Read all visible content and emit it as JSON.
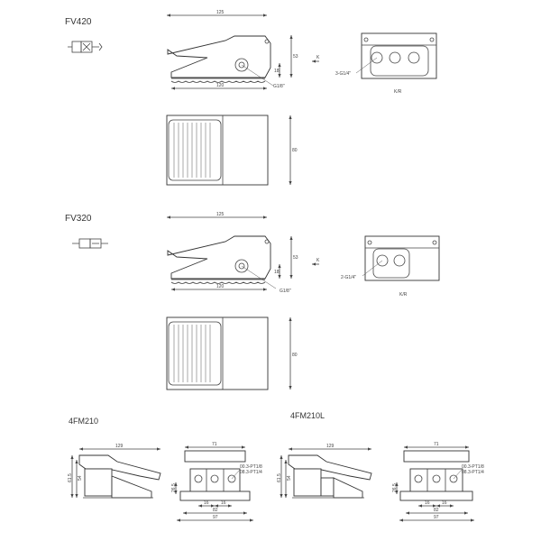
{
  "models": {
    "fv420": {
      "title": "FV420",
      "length": "125",
      "base": "120",
      "height": "53",
      "port_height": "18",
      "port": "G1/8\"",
      "view_arrow": "K",
      "end_ports": "3-G1/4\"",
      "end_label": "K/R",
      "width": "80"
    },
    "fv320": {
      "title": "FV320",
      "length": "125",
      "base": "120",
      "height": "53",
      "port_height": "18",
      "port": "G1/8\"",
      "view_arrow": "K",
      "end_ports": "2-G1/4\"",
      "end_label": "K/R",
      "width": "80"
    },
    "fm210": {
      "title": "4FM210",
      "length": "129",
      "h1": "61.5",
      "h2": "54",
      "width": "71",
      "port_h": "26.5",
      "ports_a": "00.3-PT1/8",
      "ports_b": "08.3-PT1/4",
      "pitch1": "16",
      "pitch2": "16",
      "w2": "82",
      "w3": "97"
    },
    "fm210l": {
      "title": "4FM210L",
      "length": "129",
      "h1": "61.5",
      "h2": "54",
      "width": "71",
      "port_h": "26.5",
      "ports_a": "00.3-PT1/8",
      "ports_b": "08.3-PT1/4",
      "pitch1": "16",
      "pitch2": "16",
      "w2": "82",
      "w3": "97"
    }
  }
}
